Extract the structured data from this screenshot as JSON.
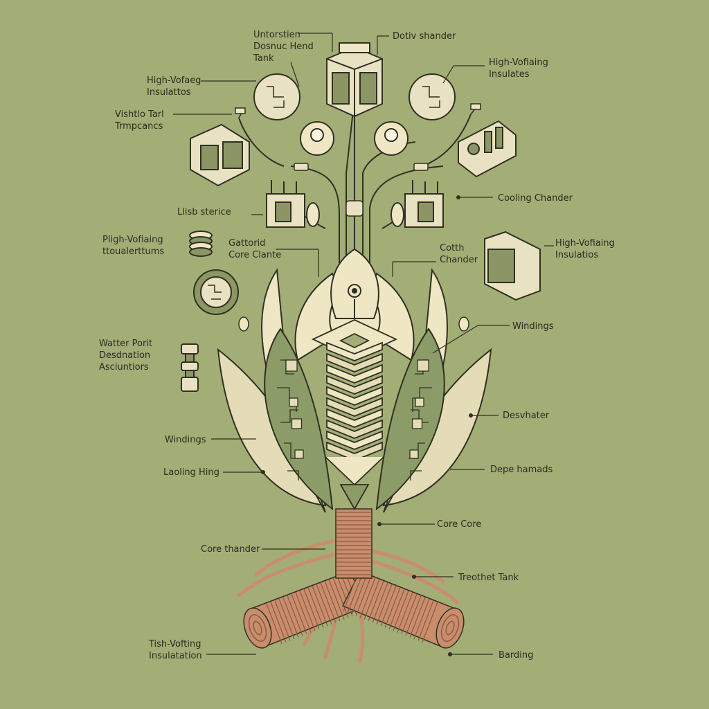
{
  "colors": {
    "background": "#a3ad76",
    "line": "#2f3022",
    "petal_fill": "#efe6c4",
    "panel_fill": "#8c9c68",
    "circuit_fill": "#e4dcb7",
    "copper": "#c98d6c",
    "copper_dark": "#8a5a43",
    "component_fill": "#e9e2c2",
    "component_shade": "#8c9664"
  },
  "labels": {
    "top_center_left": "Untorstien\nDosnuc Hend\nTank",
    "top_center_right": "Dotiv shander",
    "top_left": "High-Vofaeg\nInsulattos",
    "top_right": "High-Vofiaing\nInsulates",
    "upper_left": "Vishtlo Tarl\nTrmpcancs",
    "mid_left_1": "Llisb sterice",
    "cooling_right": "Cooling Chander",
    "left_rings": "Pligh-Vofiaing\nttoualerttums",
    "gator_core": "Gattorid\nCore Clante",
    "cotth": "Cotth\nChander",
    "right_box": "High-Vofiaing\nInsulatios",
    "windings_right": "Windings",
    "water_port": "Watter Porit\nDesdnation\nAsciuntiors",
    "desvhater": "Desvhater",
    "windings_left": "Windings",
    "laoling": "Laoling Hing",
    "depe": "Depe hamads",
    "core_core": "Core Core",
    "core_thander": "Core thander",
    "treothet": "Treothet Tank",
    "tish": "Tish-Vofting\nInsulatation",
    "barding": "Barding"
  }
}
